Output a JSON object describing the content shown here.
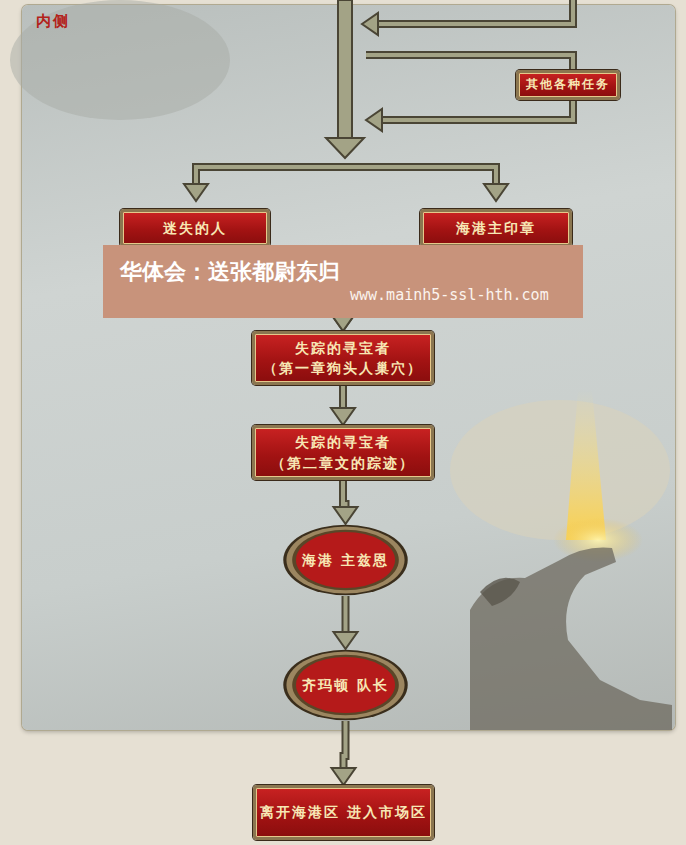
{
  "diagram": {
    "nodes": [
      {
        "text": [
          "其他各种任务"
        ]
      },
      {
        "text": [
          "迷失的人"
        ]
      },
      {
        "text": [
          "海港主印章"
        ]
      },
      {
        "text": [
          "失踪的寻宝者 （第一章狗头人巢穴）"
        ]
      },
      {
        "text": [
          "失踪的寻宝者 （第二章文的踪迹）"
        ]
      },
      {
        "text": [
          "海港 主兹恩"
        ]
      },
      {
        "text": [
          "齐玛顿 队长"
        ]
      },
      {
        "text": [
          "离开海港区 进入市场区"
        ]
      }
    ],
    "edges": [
      {
        "from": 1,
        "to": 3,
        "arrow": "to"
      },
      {
        "from": 2,
        "to": 3,
        "arrow": "to"
      },
      {
        "from": 3,
        "to": 4,
        "arrow": "to"
      },
      {
        "from": 4,
        "to": 5,
        "arrow": "to"
      },
      {
        "from": 5,
        "to": 6,
        "arrow": "to"
      },
      {
        "from": 6,
        "to": 7,
        "arrow": "to"
      }
    ],
    "labels": [
      "内侧",
      "华体会：送张都尉东归",
      "www.mainh5-ssl-hth.com"
    ]
  }
}
